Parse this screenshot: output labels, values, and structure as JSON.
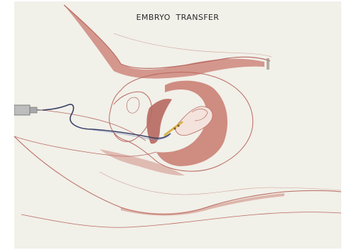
{
  "slide": {
    "title": "EMBRYO  TRANSFER"
  },
  "colors": {
    "background": "#f1f0e9",
    "tissue_fill": "#c97a6e",
    "tissue_dark": "#b0574d",
    "outline": "#b86a61",
    "catheter_line": "#3a3f66",
    "catheter_tip": "#d9b54a",
    "syringe": "#9a9a9a"
  },
  "illustration": {
    "subject": "sagittal section of uterus with transfer catheter",
    "elements": [
      "syringe",
      "catheter",
      "uterus",
      "cervix",
      "vaginal-canal",
      "bladder-outline",
      "posterior-wall"
    ]
  }
}
